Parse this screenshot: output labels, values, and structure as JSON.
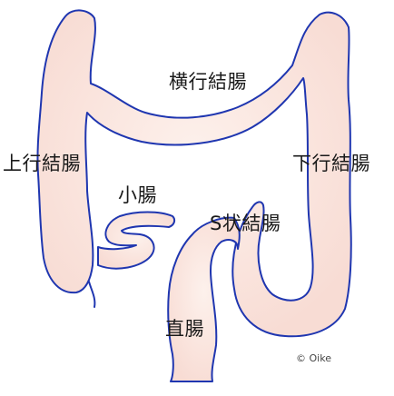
{
  "labels": {
    "transverse_colon": "横行結腸",
    "ascending_colon": "上行結腸",
    "descending_colon": "下行結腸",
    "small_intestine": "小腸",
    "sigmoid_colon": "S状結腸",
    "rectum": "直腸"
  },
  "copyright": "© Oike",
  "colors": {
    "fill": "#fbe6df",
    "outline": "#1f36b0",
    "text": "#1a1a1a"
  }
}
